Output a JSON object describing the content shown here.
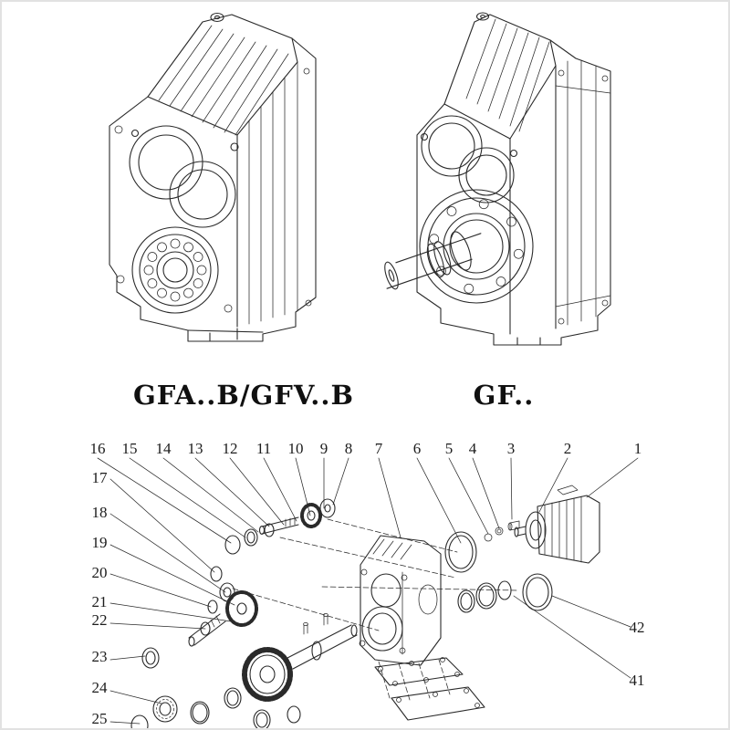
{
  "colors": {
    "line": "#2a2a2a",
    "background": "#ffffff",
    "frame": "#e2e2e2"
  },
  "products": [
    {
      "id": "gfab-gfvb",
      "label": "GFA..B/GFV..B"
    },
    {
      "id": "gf",
      "label": "GF.."
    }
  ],
  "exploded_view": {
    "top_callouts": [
      "16",
      "15",
      "14",
      "13",
      "12",
      "11",
      "10",
      "9",
      "8",
      "7",
      "6",
      "5",
      "4",
      "3",
      "2",
      "1"
    ],
    "left_callouts": [
      "17",
      "18",
      "19",
      "20",
      "21",
      "22",
      "23",
      "24",
      "25"
    ],
    "right_callouts": [
      "42",
      "41"
    ]
  }
}
